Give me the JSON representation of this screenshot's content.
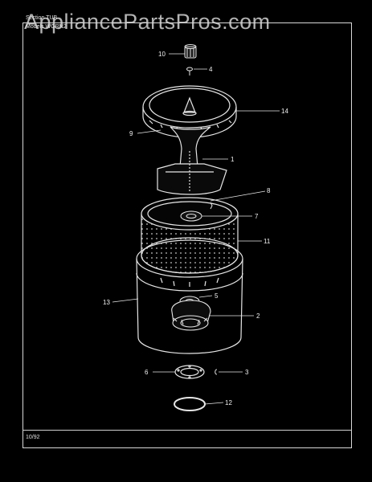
{
  "watermark": "AppliancePartsPros.com",
  "header": {
    "section_label": "Section",
    "section_value": "TUB",
    "models_label": "Models",
    "models_value": "WGRN2"
  },
  "footer": {
    "date": "10/92"
  },
  "callouts": {
    "c1": "1",
    "c2": "2",
    "c3": "3",
    "c4": "4",
    "c5": "5",
    "c6": "6",
    "c7": "7",
    "c8": "8",
    "c9": "9",
    "c10": "10",
    "c11": "11",
    "c12": "12",
    "c13": "13",
    "c14": "14"
  }
}
